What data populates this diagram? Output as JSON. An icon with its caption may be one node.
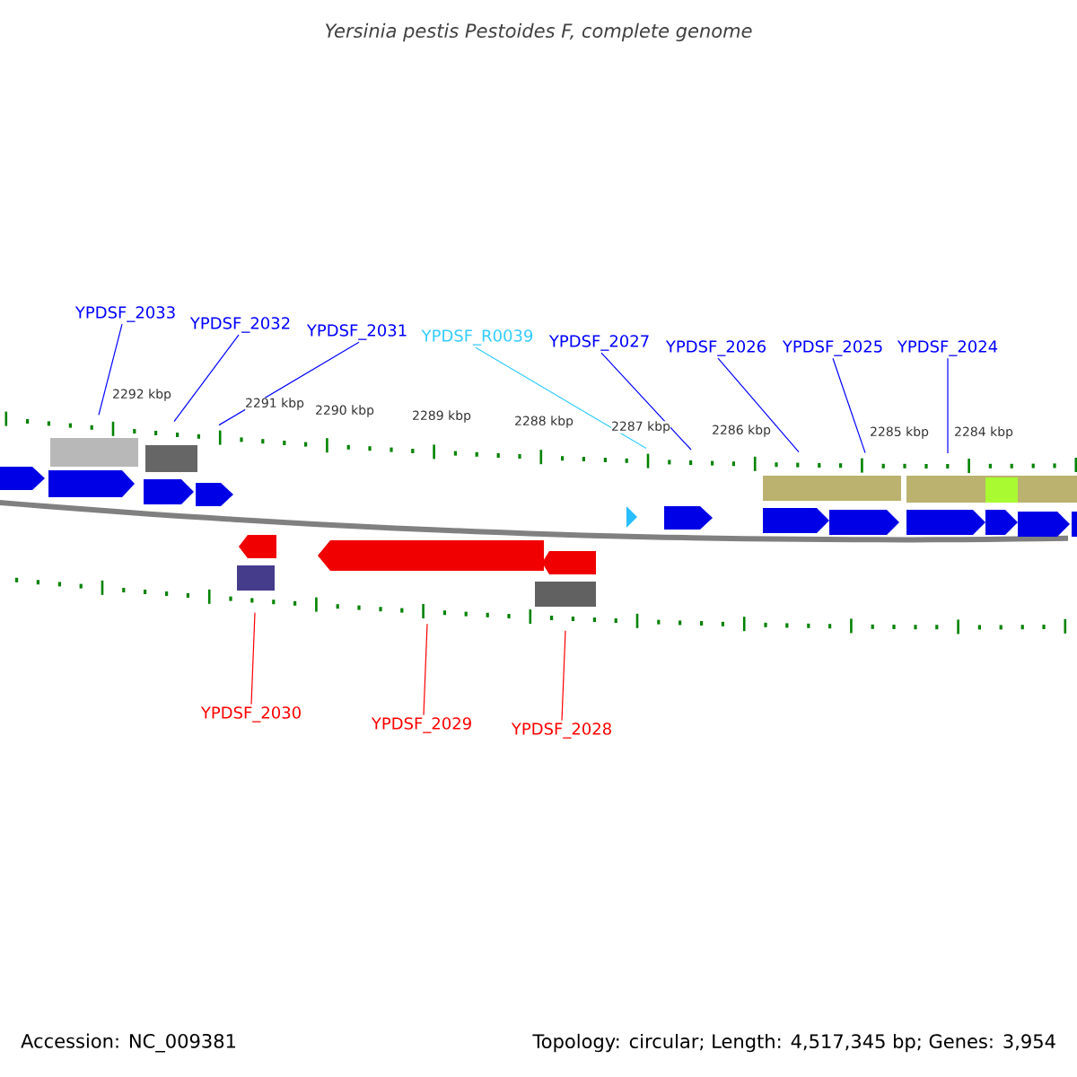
{
  "diagram": {
    "title": "Yersinia pestis Pestoides F, complete genome",
    "nodes": [
      {
        "text": [
          "YPDSF_2033"
        ]
      },
      {
        "text": [
          "YPDSF_2032"
        ]
      },
      {
        "text": [
          "YPDSF_2031"
        ]
      },
      {
        "text": [
          "YPDSF_R0039"
        ]
      },
      {
        "text": [
          "YPDSF_2027"
        ]
      },
      {
        "text": [
          "YPDSF_2026"
        ]
      },
      {
        "text": [
          "YPDSF_2025"
        ]
      },
      {
        "text": [
          "YPDSF_2024"
        ]
      },
      {
        "text": [
          "YPDSF_2030"
        ]
      },
      {
        "text": [
          "YPDSF_2029"
        ]
      },
      {
        "text": [
          "YPDSF_2028"
        ]
      }
    ],
    "edges": [
      {
        "from": 0,
        "to": null,
        "arrow": "none"
      },
      {
        "from": 1,
        "to": null,
        "arrow": "none"
      },
      {
        "from": 2,
        "to": null,
        "arrow": "none"
      },
      {
        "from": 3,
        "to": null,
        "arrow": "none",
        "color": "#33ccff"
      },
      {
        "from": 4,
        "to": null,
        "arrow": "none"
      },
      {
        "from": 5,
        "to": null,
        "arrow": "none"
      },
      {
        "from": 6,
        "to": null,
        "arrow": "none"
      },
      {
        "from": 7,
        "to": null,
        "arrow": "none"
      },
      {
        "from": 8,
        "to": null,
        "arrow": "none",
        "color": "#ff0000"
      },
      {
        "from": 9,
        "to": null,
        "arrow": "none",
        "color": "#ff0000"
      },
      {
        "from": 10,
        "to": null,
        "arrow": "none",
        "color": "#ff0000"
      }
    ],
    "labels": [
      "2292 kbp",
      "2291 kbp",
      "2290 kbp",
      "2289 kbp",
      "2288 kbp",
      "2287 kbp",
      "2286 kbp",
      "2285 kbp",
      "2284 kbp",
      "Accession: NC_009381",
      "Topology: circular; Length: 4,517,345 bp; Genes: 3,954"
    ]
  }
}
